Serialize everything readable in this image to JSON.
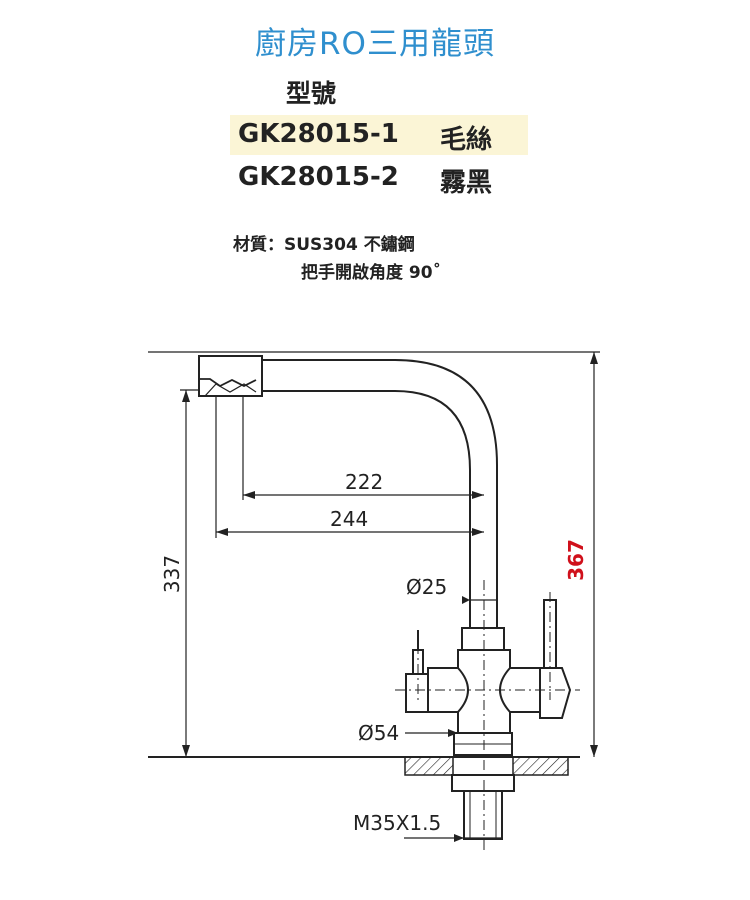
{
  "title": "廚房RO三用龍頭",
  "model_label": "型號",
  "models": [
    {
      "code": "GK28015-1",
      "finish": "毛絲",
      "highlighted": true
    },
    {
      "code": "GK28015-2",
      "finish": "霧黑",
      "highlighted": false
    }
  ],
  "spec": {
    "material": "材質：SUS304 不鏽鋼",
    "handle_angle": "把手開啟角度 90˚"
  },
  "dimensions": {
    "reach_222": "222",
    "reach_244": "244",
    "height_337": "337",
    "height_367": "367",
    "spout_diameter": "Ø25",
    "body_diameter": "Ø54",
    "thread": "M35X1.5"
  },
  "colors": {
    "title": "#2f8fce",
    "highlight": "#fbf5d6",
    "dimension_red": "#d0101b"
  }
}
